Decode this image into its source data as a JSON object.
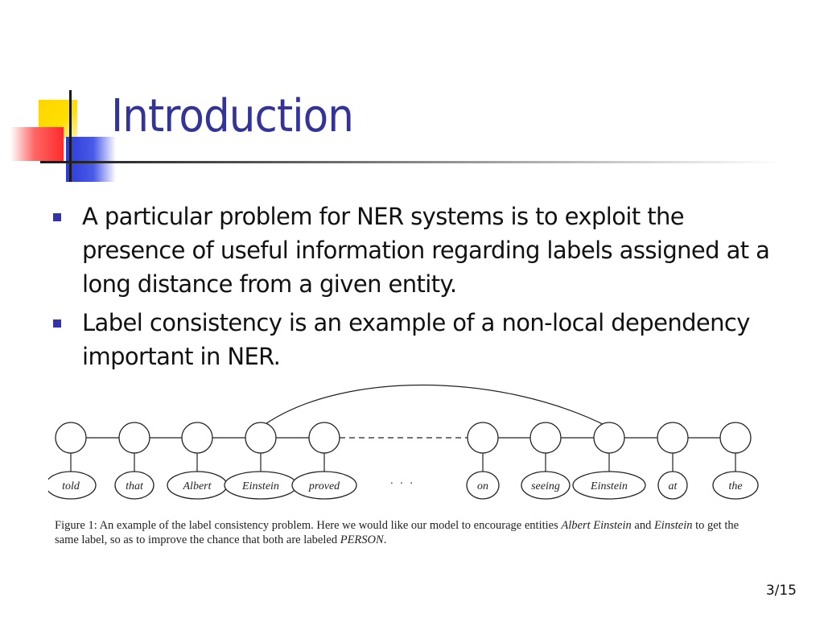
{
  "slide": {
    "title": "Introduction",
    "page_number": "3/15"
  },
  "bullets": [
    "A particular problem for NER systems is to exploit the presence of useful information regarding labels assigned at a long distance from a given entity.",
    "Label consistency is an example of a non-local dependency important in NER."
  ],
  "figure": {
    "tokens": [
      "told",
      "that",
      "Albert",
      "Einstein",
      "proved",
      "on",
      "seeing",
      "Einstein",
      "at",
      "the"
    ],
    "ellipsis": "· · ·",
    "caption_segments": [
      {
        "text": "Figure 1:  An example of the label consistency problem.  Here we would like our model to encourage entities ",
        "italic": false
      },
      {
        "text": "Albert Einstein",
        "italic": true
      },
      {
        "text": " and ",
        "italic": false
      },
      {
        "text": "Einstein",
        "italic": true
      },
      {
        "text": " to get the same label, so as to improve the chance that both are labeled ",
        "italic": false
      },
      {
        "text": "PERSON",
        "italic": true
      },
      {
        "text": ".",
        "italic": false
      }
    ]
  },
  "colors": {
    "title": "#333399",
    "bullet": "#3333aa",
    "logo_yellow": "#ffd400",
    "logo_red": "#ff2a2a",
    "logo_blue": "#2b3bd8"
  }
}
